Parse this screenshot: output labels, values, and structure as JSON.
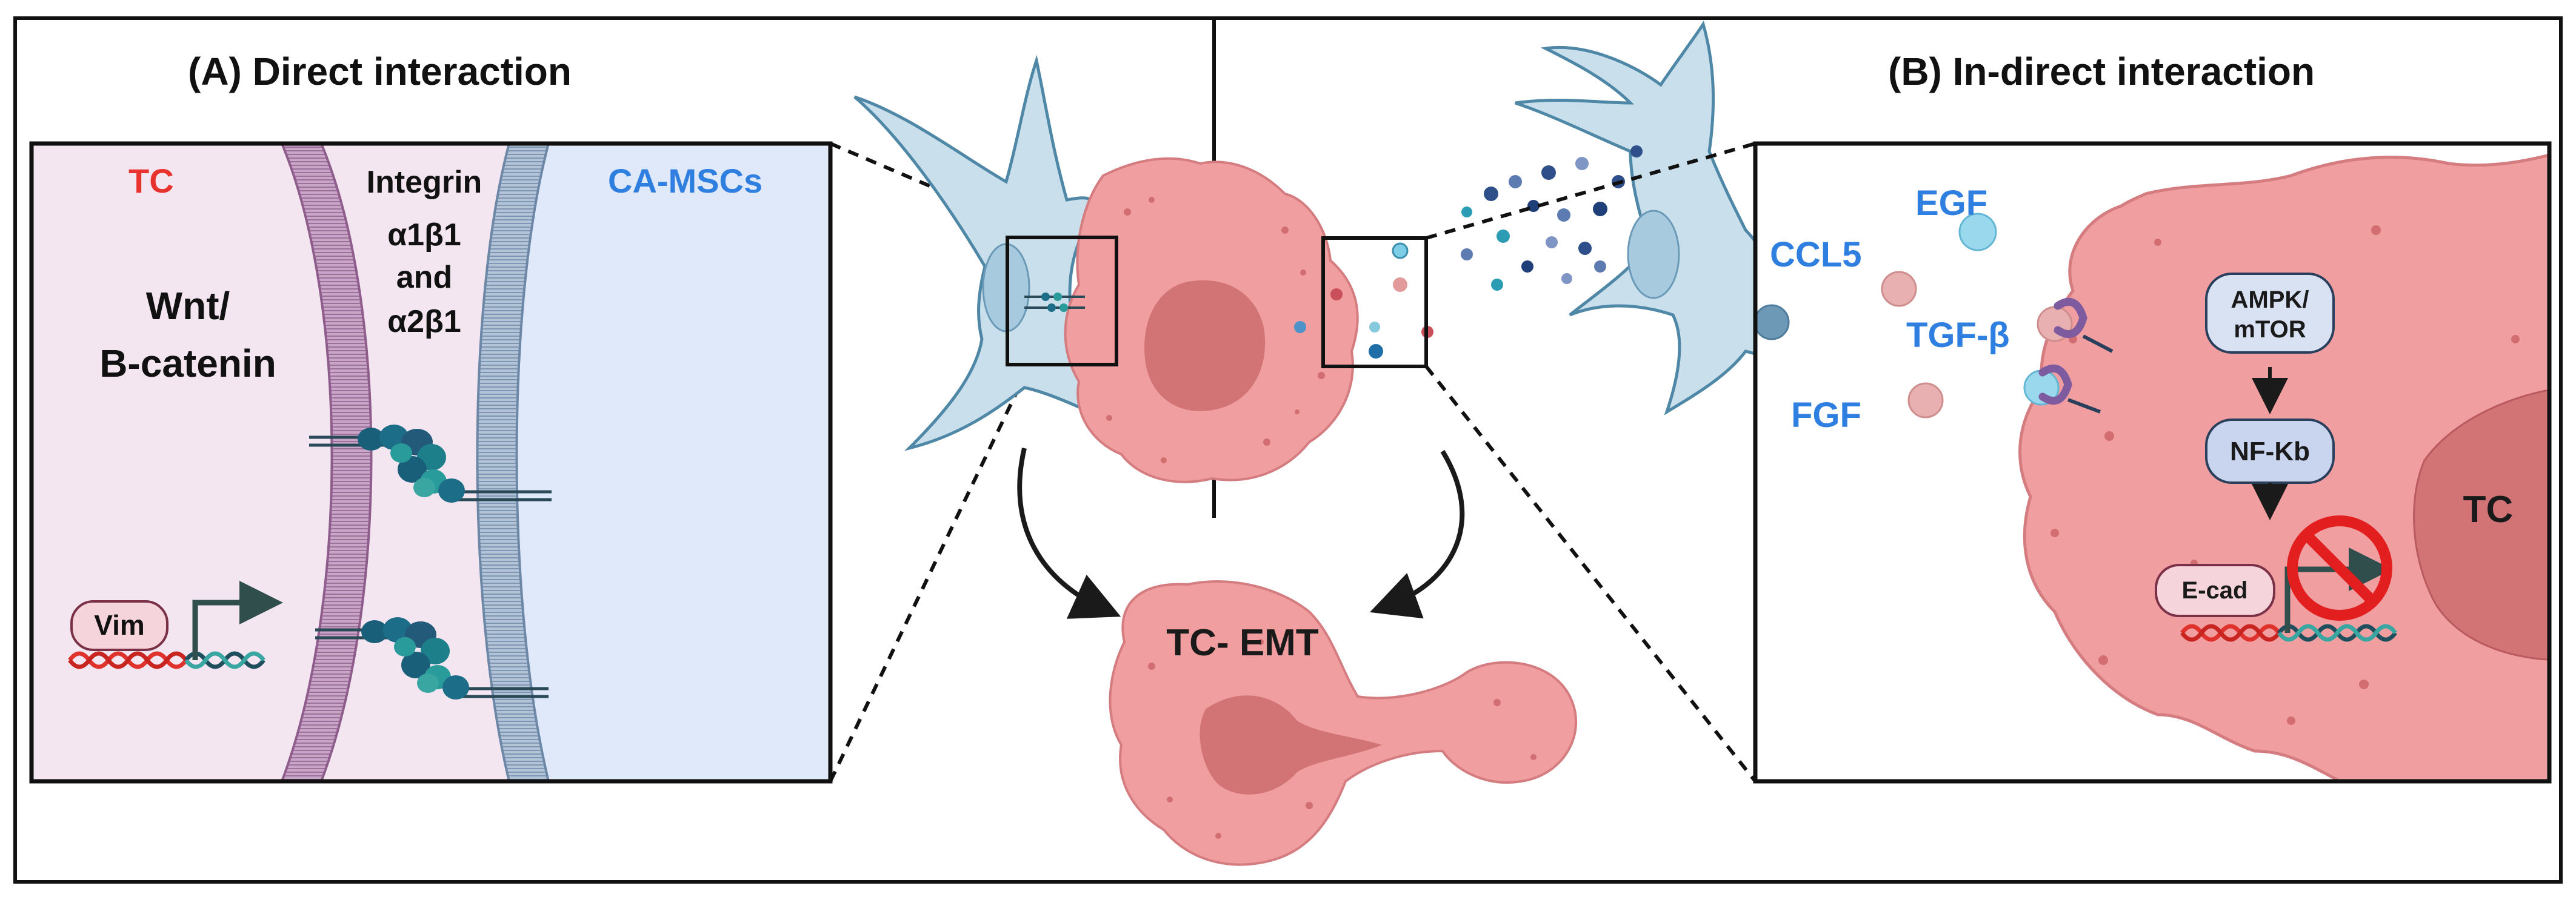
{
  "panel_a": {
    "title": "(A) Direct interaction",
    "tc_label": "TC",
    "camscs_label": "CA-MSCs",
    "integrin_lines": [
      "Integrin",
      "α1β1",
      "and",
      "α2β1"
    ],
    "pathway_lines": [
      "Wnt/",
      "B-catenin"
    ],
    "vim_label": "Vim"
  },
  "center": {
    "emt_label": "TC- EMT"
  },
  "panel_b": {
    "title": "(B) In-direct interaction",
    "factors": {
      "ccl5": "CCL5",
      "egf": "EGF",
      "tgfb": "TGF-β",
      "fgf": "FGF"
    },
    "ampk_lines": [
      "AMPK/",
      "mTOR"
    ],
    "nfkb_label": "NF-Kb",
    "ecad_label": "E-cad",
    "tc_label": "TC"
  },
  "colors": {
    "tc_red": "#e8322e",
    "msc_blue": "#2f7fe0",
    "tumor_fill": "#f09ea0",
    "tumor_nucleus": "#d27376",
    "msc_fill": "#c9e0ec",
    "membrane_purple": "#a1719e",
    "membrane_blue": "#7f9ab8"
  }
}
